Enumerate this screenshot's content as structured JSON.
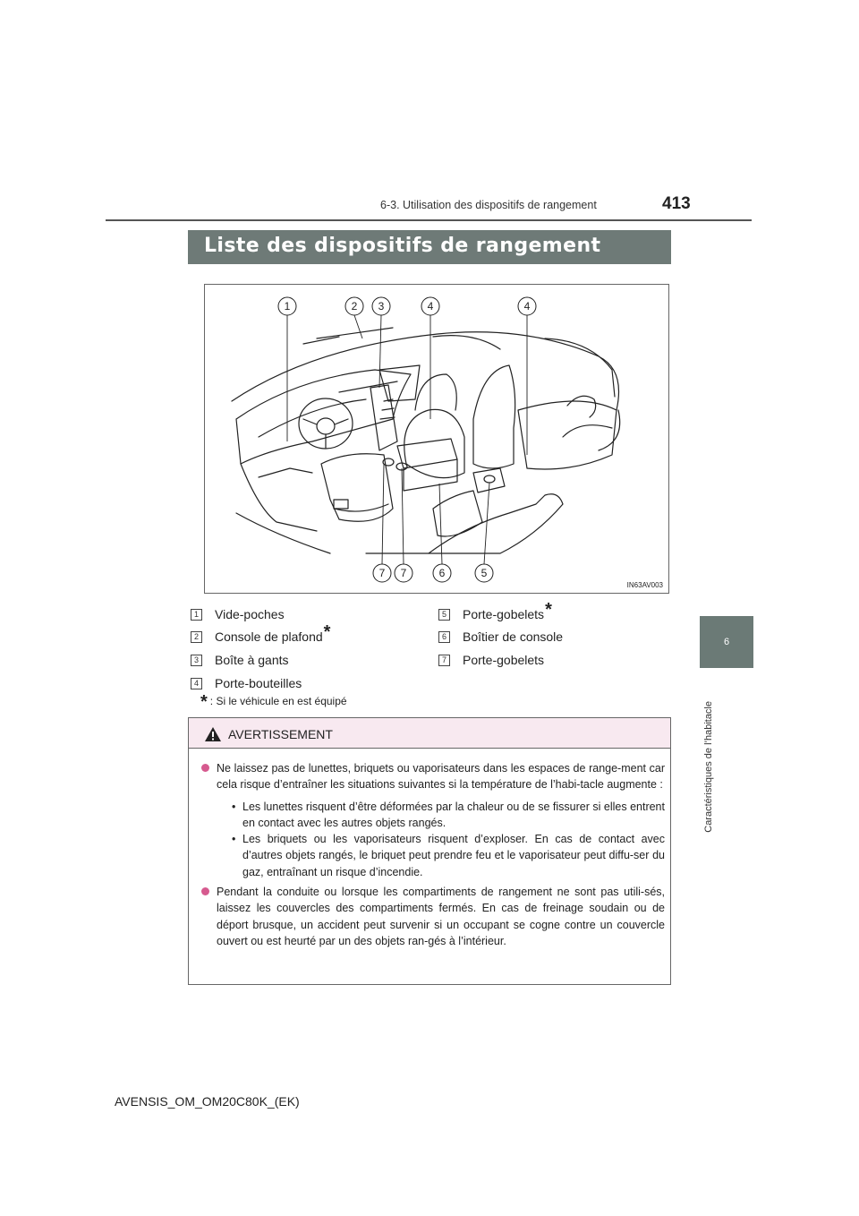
{
  "header": {
    "page_number": "413",
    "section": "6-3. Utilisation des dispositifs de rangement"
  },
  "side_tab": {
    "chapter": "6",
    "label": "Caractéristiques de l’habitacle"
  },
  "title": "Liste des dispositifs de rangement",
  "figure": {
    "code": "IN63AV003",
    "callouts": [
      "1",
      "2",
      "3",
      "4",
      "4",
      "7",
      "7",
      "6",
      "5"
    ]
  },
  "legend": {
    "items": [
      {
        "num": "1",
        "label": "Vide-poches",
        "starred": false
      },
      {
        "num": "2",
        "label": "Console de plafond",
        "starred": true
      },
      {
        "num": "3",
        "label": "Boîte à gants",
        "starred": false
      },
      {
        "num": "4",
        "label": "Porte-bouteilles",
        "starred": false
      },
      {
        "num": "5",
        "label": "Porte-gobelets",
        "starred": true
      },
      {
        "num": "6",
        "label": "Boîtier de console",
        "starred": false
      },
      {
        "num": "7",
        "label": "Porte-gobelets",
        "starred": false
      }
    ],
    "footnote_star": "*",
    "footnote": ": Si le véhicule en est équipé"
  },
  "warning": {
    "title": "AVERTISSEMENT",
    "bullet1": "Ne laissez pas de lunettes, briquets ou vaporisateurs dans les espaces de range-ment car cela risque d’entraîner les situations suivantes si la température de l’habi-tacle augmente :",
    "sub_mark": "•",
    "sub1": "Les lunettes risquent d’être déformées par la chaleur ou de se fissurer si elles entrent en contact avec les autres objets rangés.",
    "sub2": "Les briquets ou les vaporisateurs risquent d’exploser. En cas de contact avec d’autres objets rangés, le briquet peut prendre feu et le vaporisateur peut diffu-ser du gaz, entraînant un risque d’incendie.",
    "bullet2": "Pendant la conduite ou lorsque les compartiments de rangement ne sont pas utili-sés, laissez les couvercles des compartiments fermés. En cas de freinage soudain ou de déport brusque, un accident peut survenir si un occupant se cogne contre un couvercle ouvert ou est heurté par un des objets ran-gés à l’intérieur."
  },
  "footer": {
    "code": "AVENSIS_OM_OM20C80K_(EK)"
  }
}
